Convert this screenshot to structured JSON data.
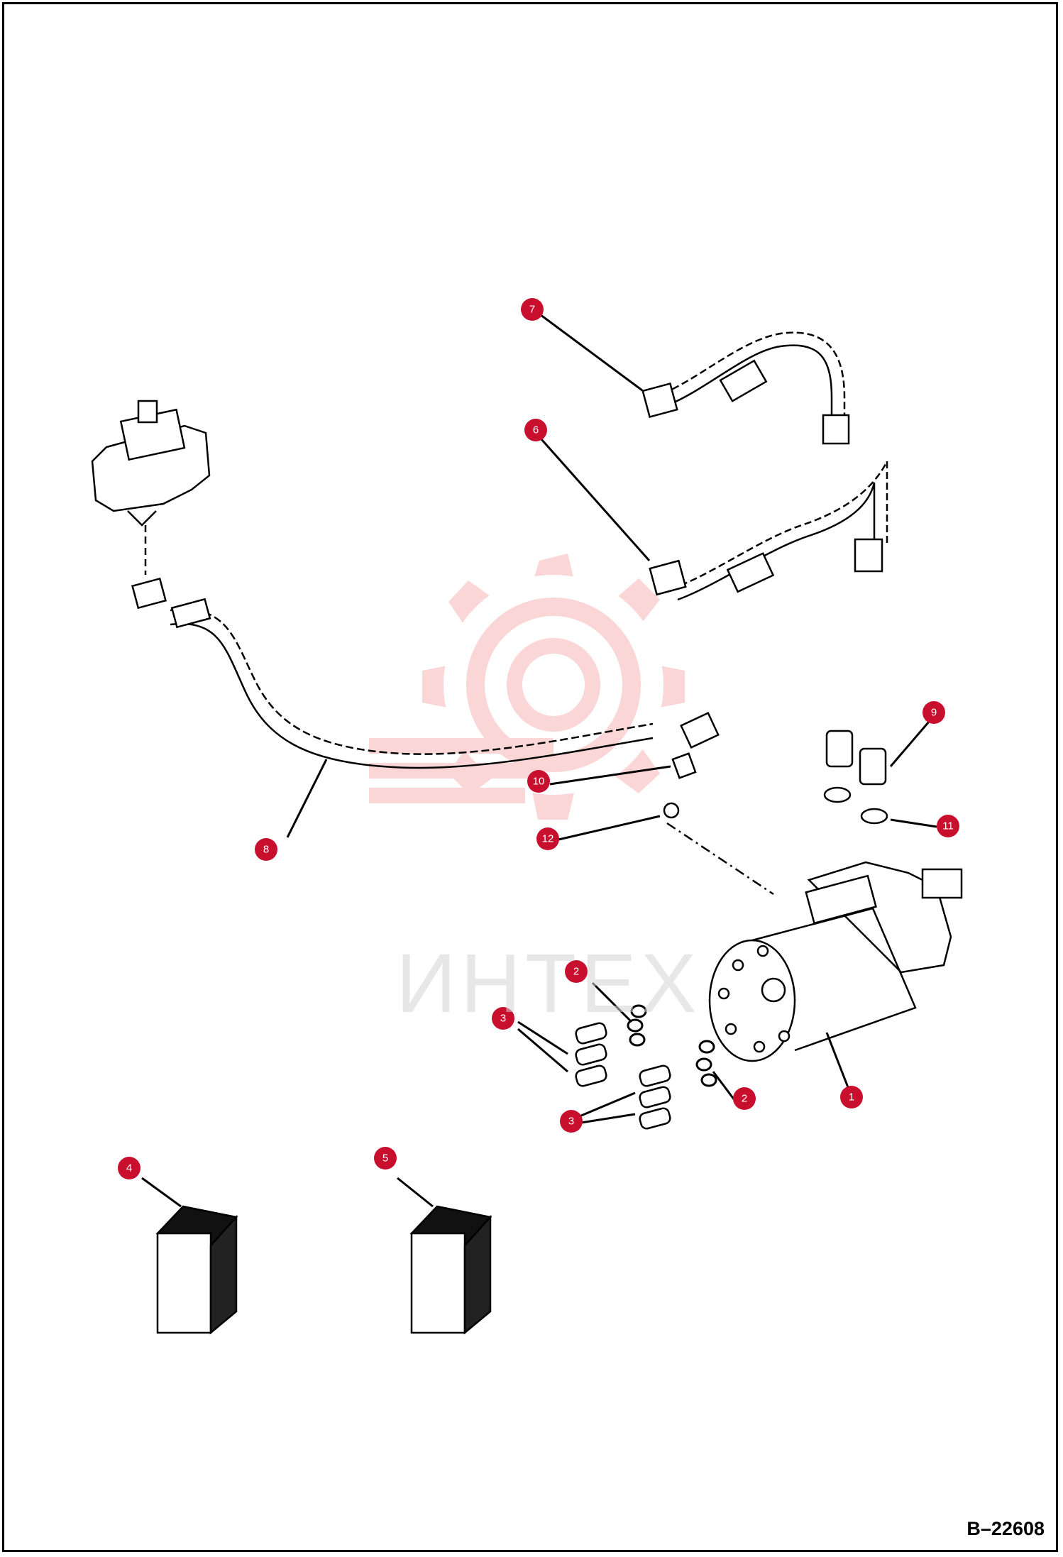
{
  "drawing_number": "B–22608",
  "watermark_text": "ИНТЕХ",
  "colors": {
    "callout_fill": "#c8102e",
    "callout_text": "#ffffff",
    "line_art": "#000000",
    "watermark": "#f4a5a5"
  },
  "callouts": [
    {
      "id": "1",
      "label": "1"
    },
    {
      "id": "2a",
      "label": "2"
    },
    {
      "id": "2b",
      "label": "2"
    },
    {
      "id": "3a",
      "label": "3"
    },
    {
      "id": "3b",
      "label": "3"
    },
    {
      "id": "4",
      "label": "4"
    },
    {
      "id": "5",
      "label": "5"
    },
    {
      "id": "6",
      "label": "6"
    },
    {
      "id": "7",
      "label": "7"
    },
    {
      "id": "8",
      "label": "8"
    },
    {
      "id": "9",
      "label": "9"
    },
    {
      "id": "10",
      "label": "10"
    },
    {
      "id": "11",
      "label": "11"
    },
    {
      "id": "12",
      "label": "12"
    }
  ]
}
